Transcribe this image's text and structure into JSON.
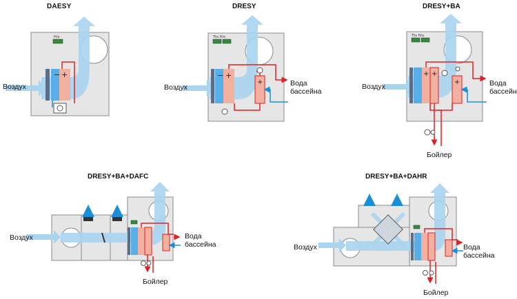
{
  "diagrams": [
    {
      "title": "DAESY",
      "air_label": "Воздух"
    },
    {
      "title": "DRESY",
      "air_label": "Воздух",
      "water_label": "Вода\nбассейна"
    },
    {
      "title": "DRESY+BA",
      "air_label": "Воздух",
      "water_label": "Вода\nбассейна",
      "boiler_label": "Бойлер"
    },
    {
      "title": "DRESY+BA+DAFC",
      "air_label": "Воздух",
      "water_label": "Вода\nбассейна",
      "boiler_label": "Бойлер"
    },
    {
      "title": "DRESY+BA+DAHR",
      "air_label": "Воздух",
      "water_label": "Вода\nбассейна",
      "boiler_label": "Бойлер"
    }
  ],
  "colors": {
    "air": "#a9d4ee",
    "hot": "#e02020",
    "cold": "#1a8fd8",
    "coil": "#f2b0a0",
    "cooler": "#58aee6",
    "casing": "#e6e6e6"
  },
  "icons": [
    "fan-icon",
    "pump-icon",
    "valve-icon",
    "humidistat-icon"
  ]
}
